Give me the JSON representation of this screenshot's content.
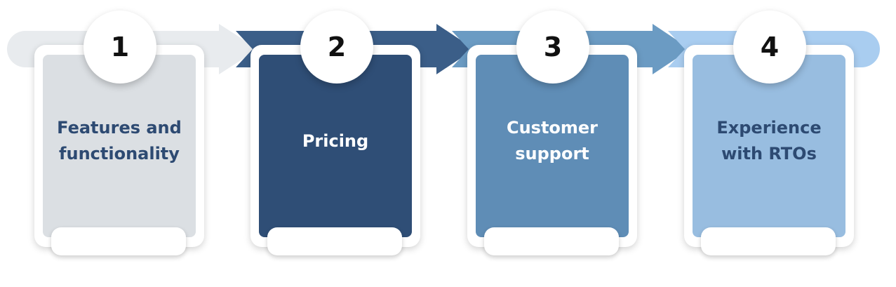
{
  "steps": [
    {
      "number": "1",
      "label": "Features and\nfunctionality",
      "fill": "#dbdfe3",
      "text_color": "#2d4a72",
      "arrow_color": "#e8ebee"
    },
    {
      "number": "2",
      "label": "Pricing",
      "fill": "#2f4e76",
      "text_color": "#ffffff",
      "arrow_color": "#3b5e88"
    },
    {
      "number": "3",
      "label": "Customer\nsupport",
      "fill": "#5f8db6",
      "text_color": "#ffffff",
      "arrow_color": "#6b9bc3"
    },
    {
      "number": "4",
      "label": "Experience\nwith RTOs",
      "fill": "#98bde0",
      "text_color": "#2d4a72",
      "arrow_color": "#a9cdf0"
    }
  ]
}
